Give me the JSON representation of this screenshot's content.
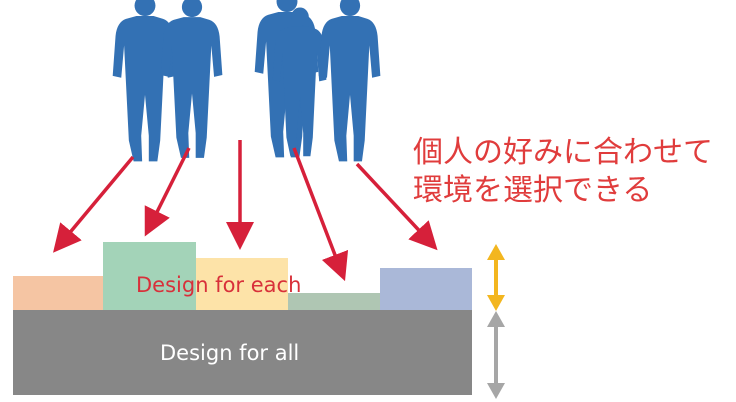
{
  "caption": {
    "line1": "個人の好みに合わせて",
    "line2": "環境を選択できる"
  },
  "blocks": {
    "each_label": "Design for each",
    "all_label": "Design for all"
  },
  "colors": {
    "person": "#3371b4",
    "arrow": "#d6203a",
    "caption_text": "#e03c3c",
    "base": "#878787",
    "block_orange": "#f5c5a3",
    "block_green": "#a3d3b8",
    "block_yellow": "#fde3a8",
    "block_grey_green": "#afc6b3",
    "block_blue": "#aab8d8",
    "marker_yellow": "#f3b61f",
    "marker_grey": "#a6a6a6"
  },
  "icons": [
    "person-icon",
    "arrow-icon",
    "double-arrow-icon"
  ]
}
